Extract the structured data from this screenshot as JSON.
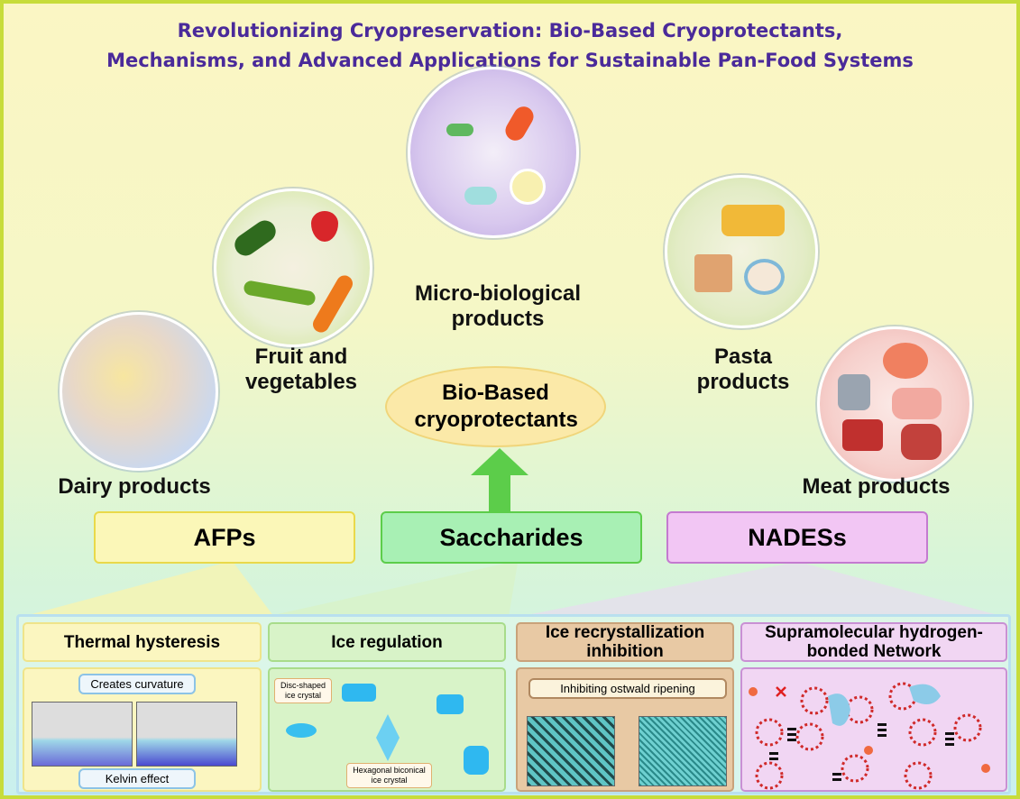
{
  "title": {
    "line1": "Revolutionizing Cryopreservation: Bio-Based Cryoprotectants,",
    "line2": "Mechanisms, and Advanced Applications for Sustainable Pan-Food Systems"
  },
  "products": {
    "dairy": "Dairy products",
    "fruit": "Fruit and vegetables",
    "micro": "Micro-biological products",
    "pasta": "Pasta products",
    "meat": "Meat products"
  },
  "center": "Bio-Based cryoprotectants",
  "categories": {
    "afps": "AFPs",
    "saccharides": "Saccharides",
    "nadess": "NADESs"
  },
  "mechanisms": {
    "thermal": {
      "title": "Thermal hysteresis",
      "top": "Creates curvature",
      "bottom": "Kelvin effect"
    },
    "ice": {
      "title": "Ice regulation",
      "disc": "Disc-shaped ice crystal",
      "hex": "Hexagonal biconical ice crystal"
    },
    "recryst": {
      "title": "Ice recrystallization inhibition",
      "label": "Inhibiting ostwald ripening"
    },
    "supra": {
      "title": "Supramolecular hydrogen-bonded Network"
    }
  },
  "colors": {
    "title": "#4a2a9a",
    "afps": "#fbf7b8",
    "saccharides": "#a8f0b4",
    "nadess": "#f2c6f4",
    "arrow": "#5ccd4a"
  }
}
